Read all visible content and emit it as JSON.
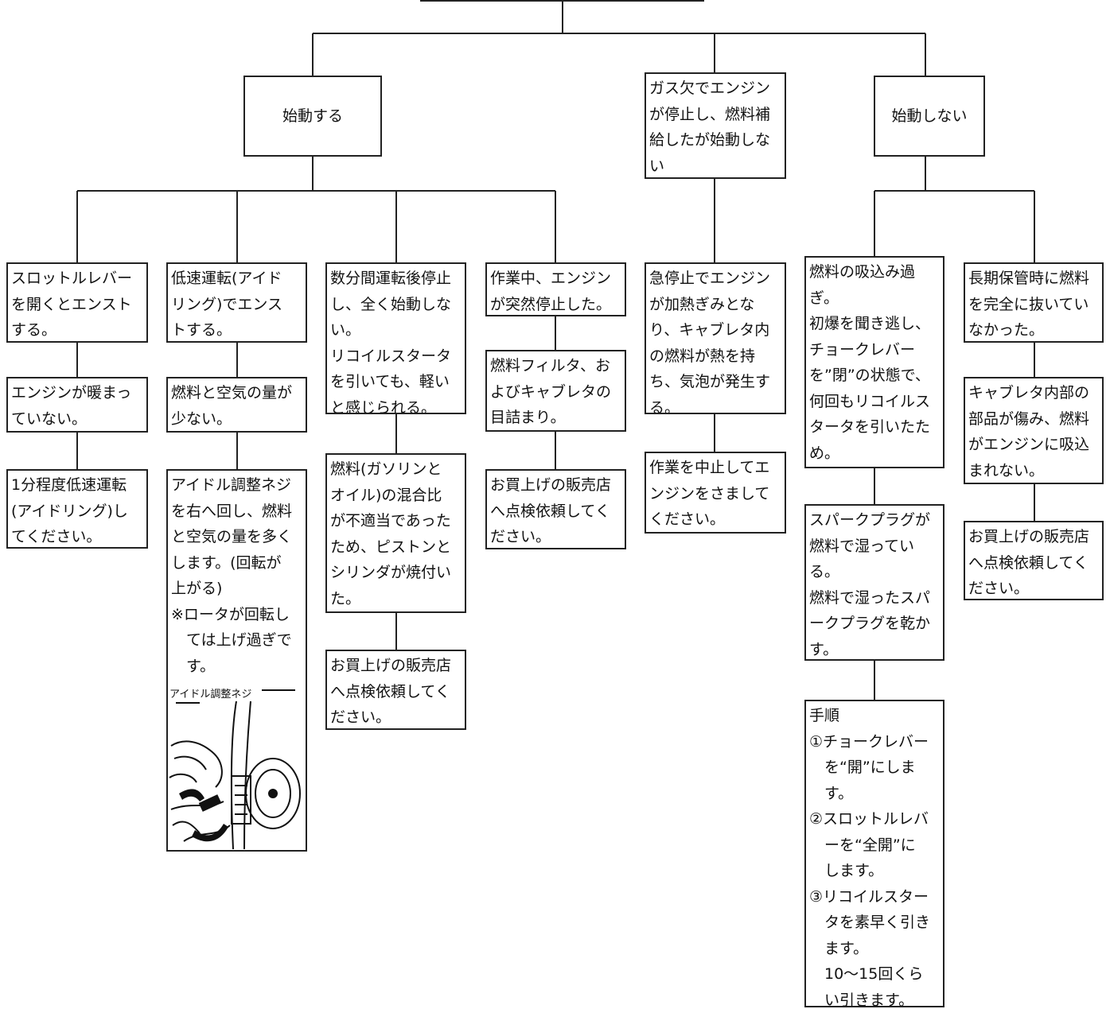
{
  "nodes": {
    "start": {
      "lines": [
        "始動する"
      ]
    },
    "gas": {
      "lines": [
        "ガス欠でエンジン",
        "が停止し、燃料補",
        "給したが始動しな",
        "い"
      ]
    },
    "nostart": {
      "lines": [
        "始動しない"
      ]
    },
    "c1_1": {
      "lines": [
        "スロットルレバー",
        "を開くとエンスト",
        "する。"
      ]
    },
    "c1_2": {
      "lines": [
        "エンジンが暖まっ",
        "ていない。"
      ]
    },
    "c1_3": {
      "lines": [
        "1分程度低速運転",
        "(アイドリング)し",
        "てください。"
      ]
    },
    "c2_1": {
      "lines": [
        "低速運転(アイド",
        "リング)でエンス",
        "トする。"
      ]
    },
    "c2_2": {
      "lines": [
        "燃料と空気の量が",
        "少ない。"
      ]
    },
    "c2_3": {
      "lines": [
        "アイドル調整ネジ",
        "を右へ回し、燃料",
        "と空気の量を多く",
        "します。(回転が",
        "上がる)",
        "※ロータが回転し",
        "　ては上げ過ぎで",
        "　す。"
      ]
    },
    "c2_illus": {
      "caption": "アイドル調整ネジ"
    },
    "c3_1": {
      "lines": [
        "数分間運転後停止",
        "し、全く始動しな",
        "い。",
        "リコイルスタータ",
        "を引いても、軽い",
        "と感じられる。"
      ]
    },
    "c3_2": {
      "lines": [
        "燃料(ガソリンと",
        "オイル)の混合比",
        "が不適当であった",
        "ため、ピストンと",
        "シリンダが焼付い",
        "た。"
      ]
    },
    "c3_3": {
      "lines": [
        "お買上げの販売店",
        "へ点検依頼してく",
        "ださい。"
      ]
    },
    "c4_1": {
      "lines": [
        "作業中、エンジン",
        "が突然停止した。"
      ]
    },
    "c4_2": {
      "lines": [
        "燃料フィルタ、お",
        "よびキャブレタの",
        "目詰まり。"
      ]
    },
    "c4_3": {
      "lines": [
        "お買上げの販売店",
        "へ点検依頼してく",
        "ださい。"
      ]
    },
    "c5_1": {
      "lines": [
        "急停止でエンジン",
        "が加熱ぎみとな",
        "り、キャブレタ内",
        "の燃料が熱を持",
        "ち、気泡が発生す",
        "る。"
      ]
    },
    "c5_2": {
      "lines": [
        "作業を中止してエ",
        "ンジンをさまして",
        "ください。"
      ]
    },
    "c6_1": {
      "lines": [
        "燃料の吸込み過",
        "ぎ。",
        "初爆を聞き逃し、",
        "チョークレバー",
        "を”閉”の状態で、",
        "何回もリコイルス",
        "タータを引いたた",
        "め。"
      ]
    },
    "c6_2": {
      "lines": [
        "スパークプラグが",
        "燃料で湿ってい",
        "る。",
        "燃料で湿ったスパ",
        "ークプラグを乾か",
        "す。"
      ]
    },
    "c6_3": {
      "lines": [
        "手順",
        "①チョークレバー",
        "　を“開”にしま",
        "　す。",
        "②スロットルレバ",
        "　ーを“全開”に",
        "　します。",
        "③リコイルスター",
        "　タを素早く引き",
        "　ます。",
        "　10～15回くら",
        "　い引きます。"
      ]
    },
    "c7_1": {
      "lines": [
        "長期保管時に燃料",
        "を完全に抜いてい",
        "なかった。"
      ]
    },
    "c7_2": {
      "lines": [
        "キャブレタ内部の",
        "部品が傷み、燃料",
        "がエンジンに吸込",
        "まれない。"
      ]
    },
    "c7_3": {
      "lines": [
        "お買上げの販売店",
        "へ点検依頼してく",
        "ださい。"
      ]
    }
  }
}
